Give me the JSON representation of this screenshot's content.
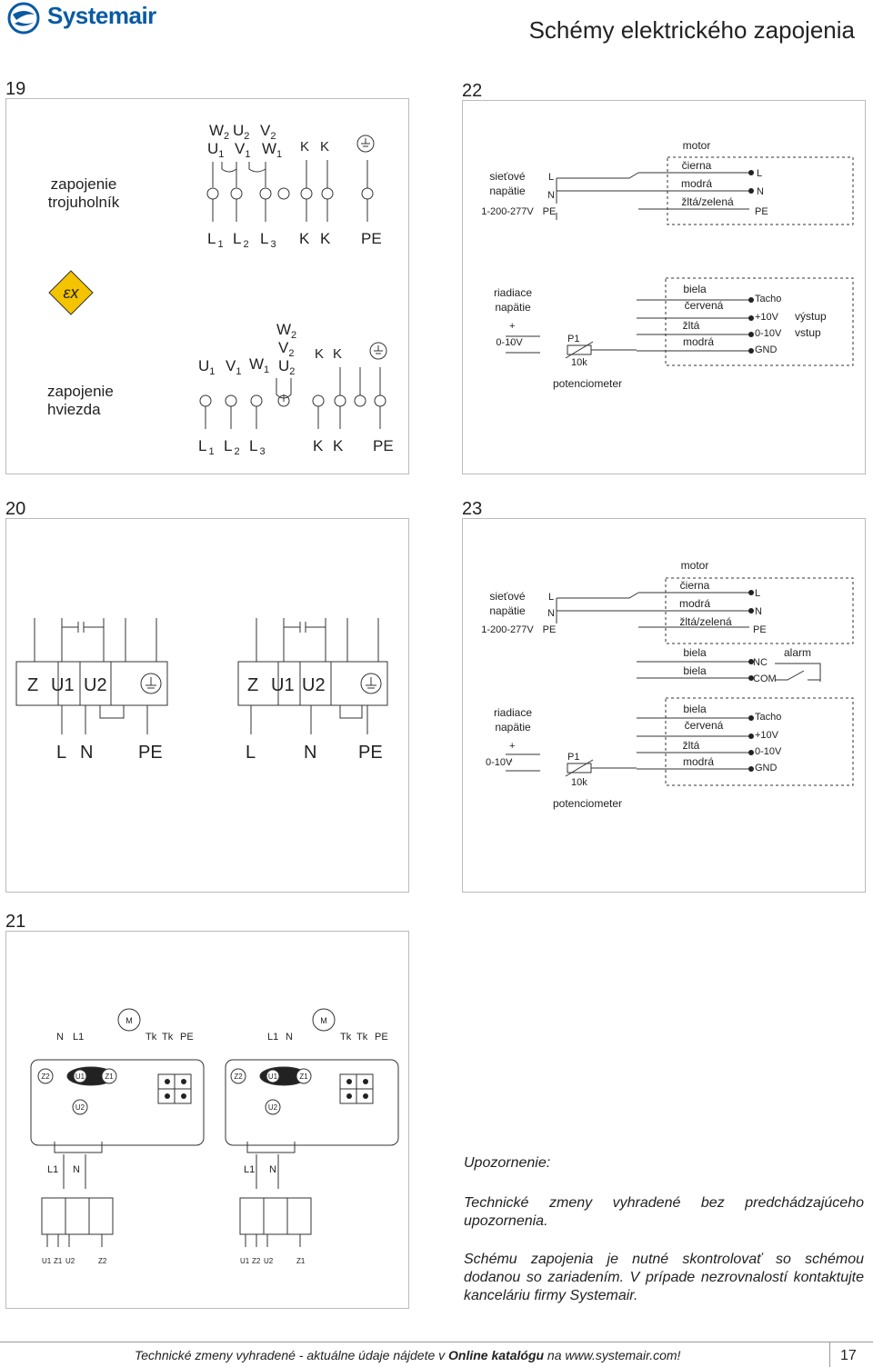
{
  "header": {
    "brand": "Systemair",
    "title": "Schémy elektrického zapojenia"
  },
  "s19": {
    "num": "19",
    "delta_label_1": "zapojenie",
    "delta_label_2": "trojuholník",
    "delta_top": [
      "W",
      "U",
      "V",
      "U",
      "V",
      "W"
    ],
    "delta_subs": [
      "2",
      "2",
      "2",
      "1",
      "1",
      "1"
    ],
    "kk": [
      "K",
      "K"
    ],
    "bottom": [
      "L",
      "L",
      "L",
      "K",
      "K",
      "PE"
    ],
    "bottom_subs": [
      "1",
      "2",
      "3"
    ],
    "star_label_1": "zapojenie",
    "star_label_2": "hviezda",
    "star_top": [
      "W",
      "V",
      "U",
      "U",
      "V",
      "W"
    ],
    "star_subs": [
      "2",
      "2",
      "2",
      "1",
      "1",
      "1"
    ],
    "ex_symbol": "εx"
  },
  "s22": {
    "num": "22",
    "supply_1": "sieťové",
    "supply_2": "napätie",
    "voltage": "1-200-277V",
    "lines": [
      "L",
      "N",
      "PE"
    ],
    "motor": "motor",
    "wires": [
      "čierna",
      "modrá",
      "žltá/zelená"
    ],
    "control_1": "riadiace",
    "control_2": "napätie",
    "v010": "0-10V",
    "plus": "+",
    "minus": "-",
    "p1": "P1",
    "k10": "10k",
    "pot": "potenciometer",
    "ctrl_wires": [
      "biela",
      "červená",
      "žltá",
      "modrá"
    ],
    "ctrl_terms": [
      "Tacho",
      "+10V",
      "0-10V",
      "GND"
    ],
    "out": "výstup",
    "in": "vstup"
  },
  "s20": {
    "num": "20",
    "term_a": [
      "Z",
      "U1",
      "U2"
    ],
    "term_b": [
      "Z",
      "U1",
      "U2"
    ],
    "bottom_a": [
      "L",
      "N",
      "PE"
    ],
    "bottom_b": [
      "L",
      "N",
      "PE"
    ]
  },
  "s23": {
    "num": "23",
    "alarm_wires": [
      "biela",
      "biela"
    ],
    "alarm_terms": [
      "NC",
      "COM"
    ],
    "alarm": "alarm"
  },
  "s21": {
    "num": "21",
    "m": "M",
    "top_a": [
      "N",
      "L1",
      "Tk",
      "Tk",
      "PE"
    ],
    "top_b": [
      "L1",
      "N",
      "Tk",
      "Tk",
      "PE"
    ],
    "caps_a": [
      "Z2",
      "U1",
      "Z1",
      "U2"
    ],
    "caps_b": [
      "Z2",
      "U1",
      "Z1",
      "U2"
    ],
    "ln_a": [
      "L1",
      "N"
    ],
    "ln_b": [
      "L1",
      "N"
    ],
    "bot_a": [
      "U1",
      "Z1",
      "U2",
      "Z2"
    ],
    "bot_b": [
      "U1",
      "Z2",
      "U2",
      "Z1"
    ]
  },
  "warning": {
    "title": "Upozornenie:",
    "p1": "Technické zmeny vyhradené bez predchádzajúceho upozornenia.",
    "p2": "Schému zapojenia je nutné skontrolovať so schémou dodanou so zariadením. V prípade nezrovnalostí kontaktujte kanceláriu firmy Systemair."
  },
  "footer": {
    "pre": "Technické zmeny vyhradené - aktuálne údaje nájdete v ",
    "link": "Online katalógu",
    "post": " na www.systemair.com!",
    "page": "17"
  }
}
